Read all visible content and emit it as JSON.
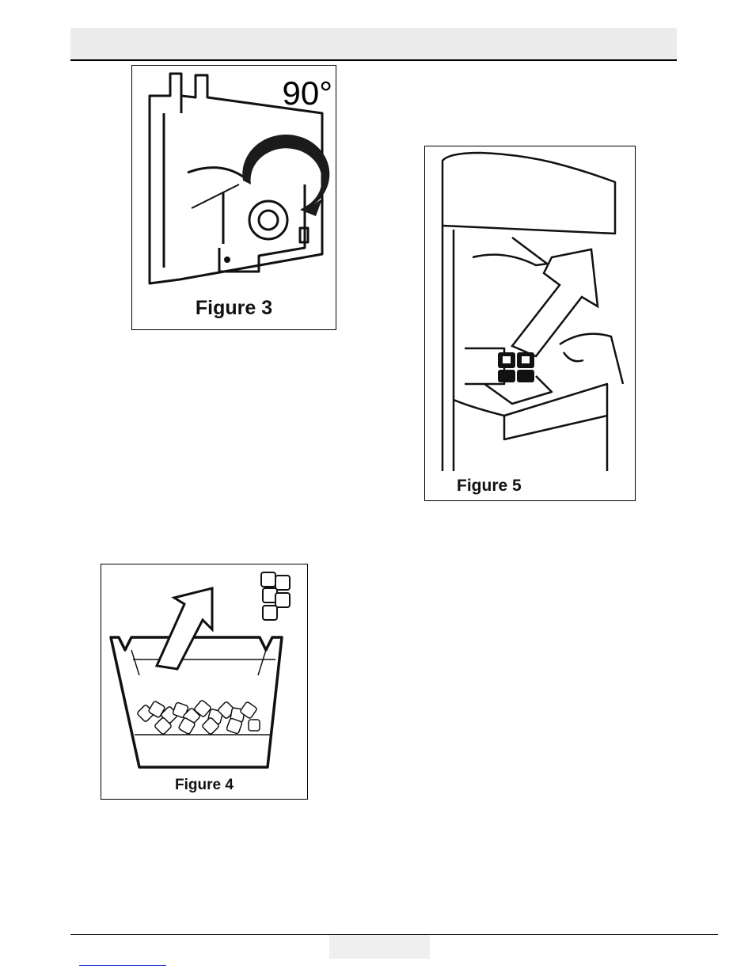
{
  "figures": {
    "fig3": {
      "label": "Figure 3",
      "angle": "90°"
    },
    "fig4": {
      "label": "Figure 4"
    },
    "fig5": {
      "label": "Figure 5"
    }
  }
}
